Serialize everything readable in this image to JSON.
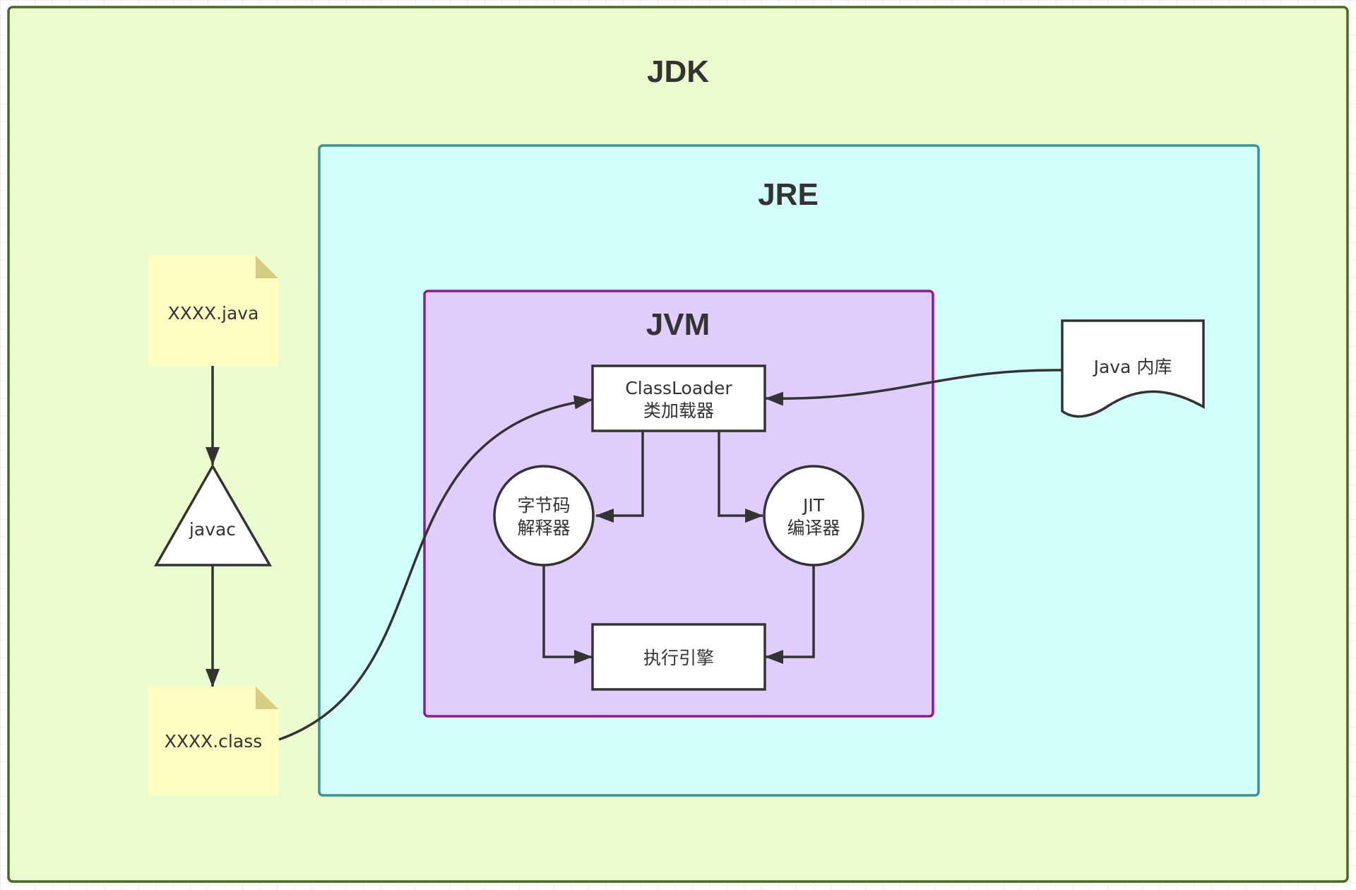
{
  "colors": {
    "jdk_fill": "#ebfdcf",
    "jdk_stroke": "#476b22",
    "jre_fill": "#d3fffd",
    "jre_stroke": "#3d9494",
    "jvm_fill": "#e1cdfd",
    "jvm_stroke": "#8c1c8c",
    "note_fill": "#fefec3",
    "note_fold": "#d3ce81",
    "node_fill": "#ffffff",
    "line": "#333333"
  },
  "jdk": {
    "title": "JDK"
  },
  "jre": {
    "title": "JRE"
  },
  "jvm": {
    "title": "JVM"
  },
  "nodes": {
    "source_file": {
      "label": "XXXX.java"
    },
    "javac": {
      "label": "javac"
    },
    "class_file": {
      "label": "XXXX.class"
    },
    "classloader": {
      "line1": "ClassLoader",
      "line2": "类加载器"
    },
    "interpreter": {
      "line1": "字节码",
      "line2": "解释器"
    },
    "jit": {
      "line1": "JIT",
      "line2": "编译器"
    },
    "engine": {
      "label": "执行引擎"
    },
    "java_lib": {
      "label": "Java 内库"
    }
  }
}
